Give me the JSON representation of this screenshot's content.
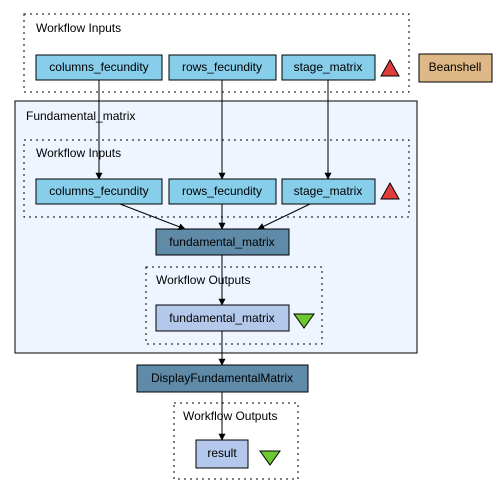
{
  "top_inputs": {
    "title": "Workflow Inputs",
    "ports": [
      "columns_fecundity",
      "rows_fecundity",
      "stage_matrix"
    ]
  },
  "beanshell_label": "Beanshell",
  "fundamental_group": {
    "title": "Fundamental_matrix",
    "inputs_title": "Workflow Inputs",
    "ports": [
      "columns_fecundity",
      "rows_fecundity",
      "stage_matrix"
    ],
    "processor": "fundamental_matrix",
    "outputs_title": "Workflow Outputs",
    "output_port": "fundamental_matrix"
  },
  "display_processor": "DisplayFundamentalMatrix",
  "bottom_outputs": {
    "title": "Workflow Outputs",
    "port": "result"
  },
  "colors": {
    "input_port": "#87ceeb",
    "processor": "#5f8aa8",
    "output_port": "#b4c8ec",
    "beanshell": "#deb887",
    "group_fill": "#eef5ff",
    "input_triangle": "#e03c3c",
    "output_triangle": "#6ec832"
  }
}
